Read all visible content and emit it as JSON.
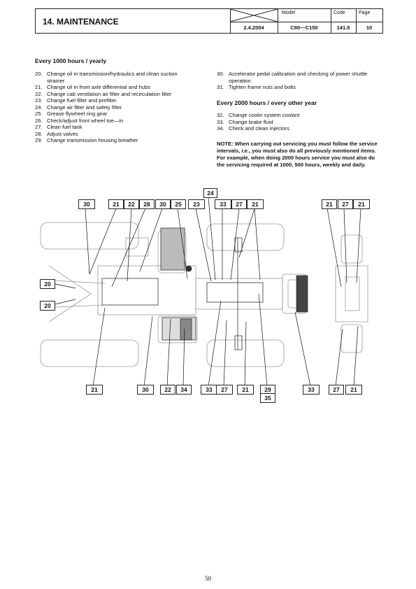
{
  "header": {
    "section_title": "14. MAINTENANCE",
    "date": "2.4.2004",
    "model_label": "Model",
    "model_value": "C90—C150",
    "code_label": "Code",
    "code_value": "141.5",
    "page_label": "Page",
    "page_value": "10"
  },
  "section_1000": {
    "title": "Every 1000 hours / yearly",
    "items": [
      {
        "num": "20.",
        "text": "Change oil in transmission/hydraulics and clean suction strainer"
      },
      {
        "num": "21.",
        "text": "Change oil in front axle differential and hubs"
      },
      {
        "num": "22.",
        "text": "Change cab ventilation air filter and recirculation filter"
      },
      {
        "num": "23.",
        "text": "Change fuel filter and prefilter"
      },
      {
        "num": "24.",
        "text": "Change air filter and safety filter"
      },
      {
        "num": "25.",
        "text": "Grease flywheel ring gear"
      },
      {
        "num": "26.",
        "text": "Check/adjust front wheel toe—in"
      },
      {
        "num": "27.",
        "text": "Clean fuel tank"
      },
      {
        "num": "28.",
        "text": "Adjust valves"
      },
      {
        "num": "29.",
        "text": "Change transmission housing breather"
      }
    ],
    "items_cont": [
      {
        "num": "30.",
        "text": "Accelerator pedal calibration and checking of power shuttle operation"
      },
      {
        "num": "31.",
        "text": "Tighten frame nuts and bolts"
      }
    ]
  },
  "section_2000": {
    "title": "Every 2000 hours / every other year",
    "items": [
      {
        "num": "32.",
        "text": "Change coolin system coolant"
      },
      {
        "num": "33.",
        "text": "Change brake fluid"
      },
      {
        "num": "34.",
        "text": "Check and clean injectors"
      }
    ]
  },
  "note": "NOTE: When carrying out servicing you must follow the service intervals, i.e., you must also do all previously mentioned items. For example, when doing 2000 hours service you must also do the servicing required at 1000, 500 hours, weekly and daily.",
  "diagram": {
    "top_tags": [
      "24",
      "30",
      "21",
      "22",
      "28",
      "30",
      "25",
      "23",
      "33",
      "27",
      "21",
      "21",
      "27",
      "21"
    ],
    "left_tags": [
      "20",
      "20"
    ],
    "bottom_tags": [
      "21",
      "30",
      "22",
      "34",
      "33",
      "27",
      "21",
      "29",
      "35",
      "33",
      "27",
      "21"
    ]
  },
  "page_number": "50"
}
